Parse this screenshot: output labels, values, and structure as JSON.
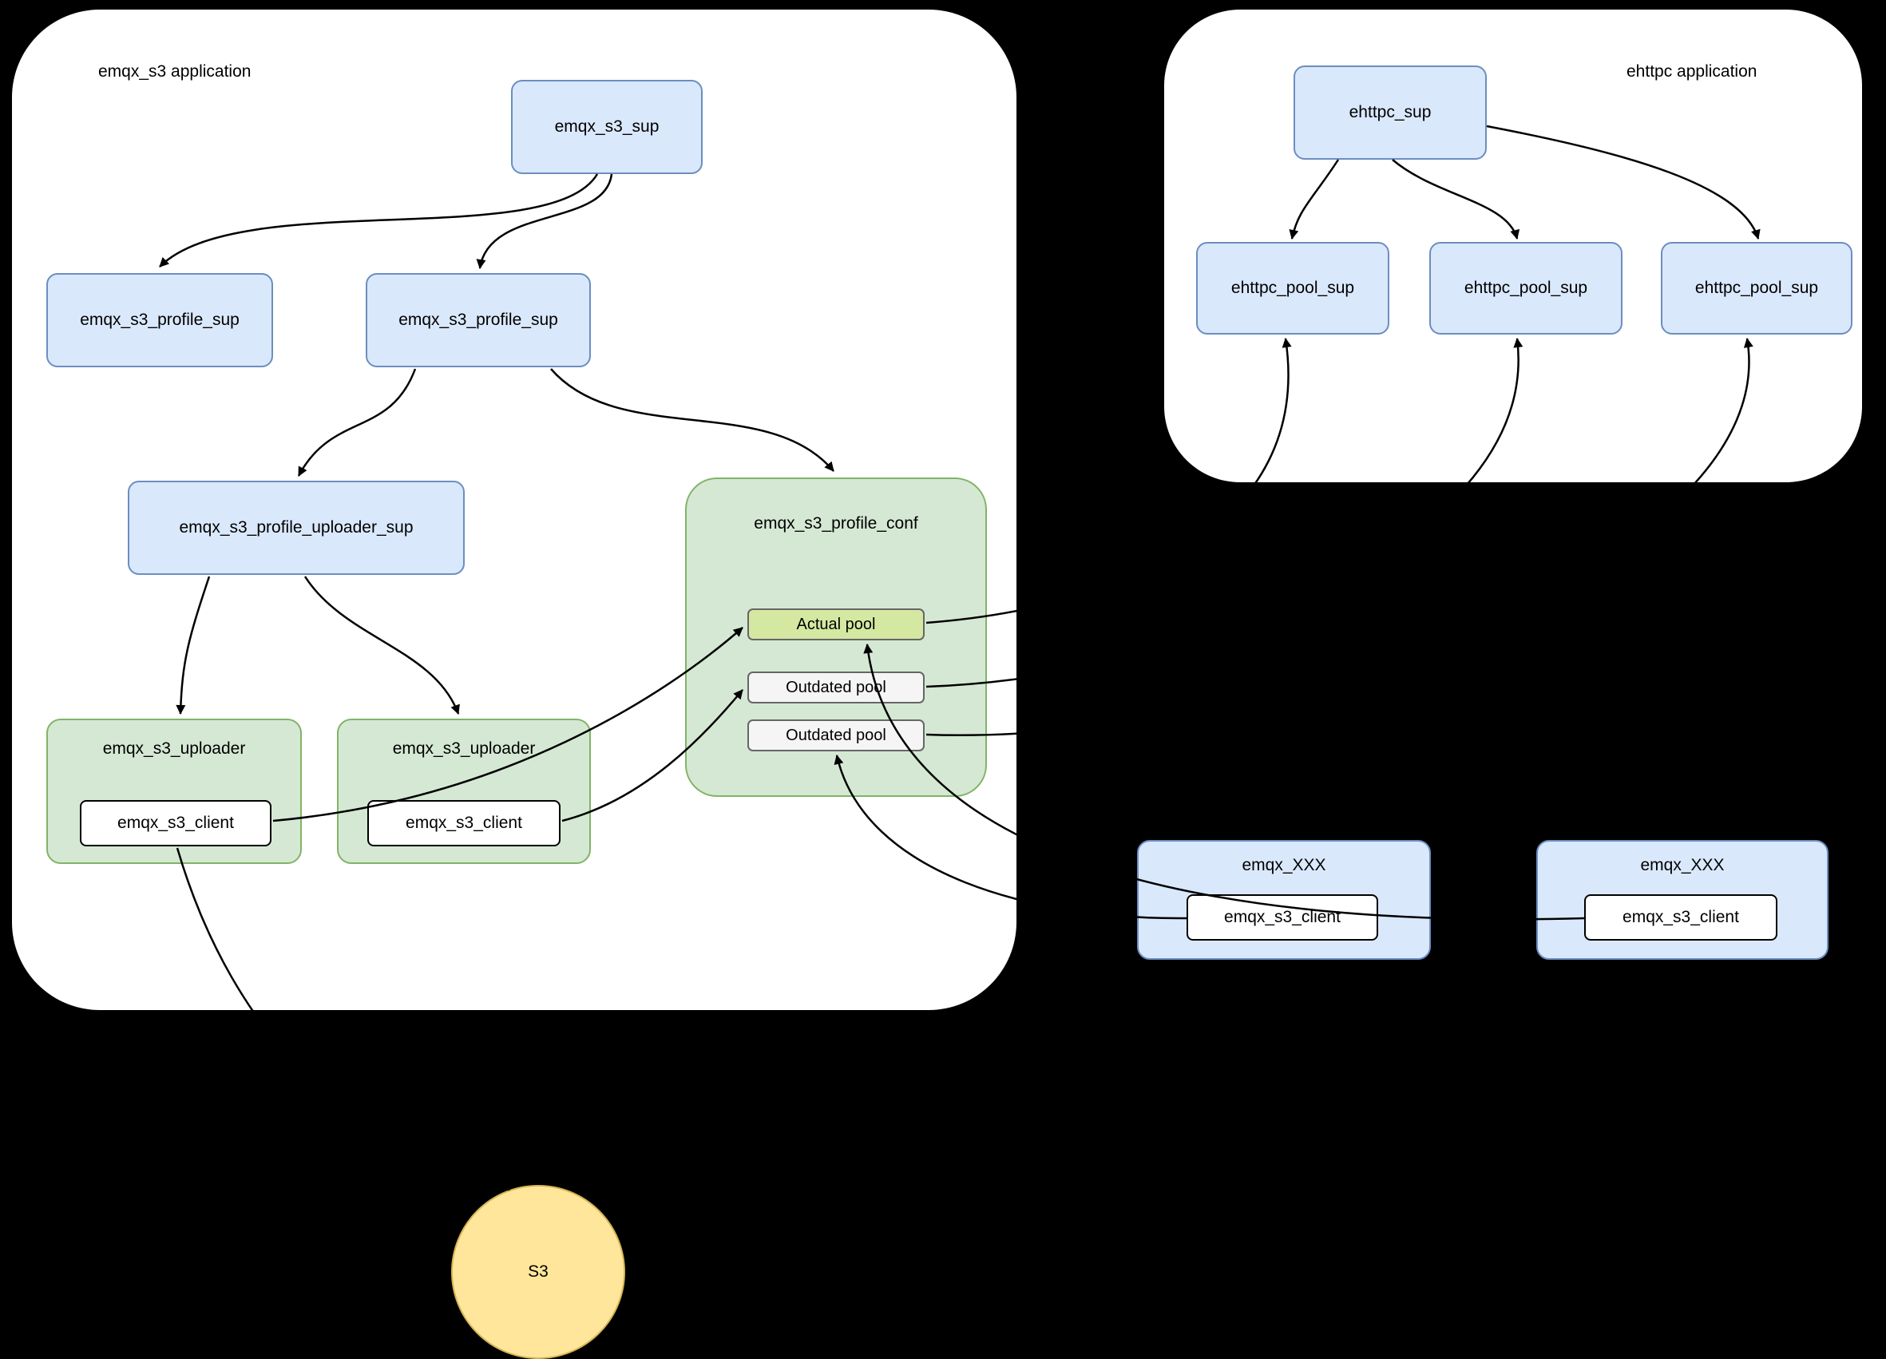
{
  "emqx_s3_app": {
    "title": "emqx_s3 application",
    "nodes": {
      "sup": "emqx_s3_sup",
      "profile_sup_left": "emqx_s3_profile_sup",
      "profile_sup_center": "emqx_s3_profile_sup",
      "profile_uploader_sup": "emqx_s3_profile_uploader_sup",
      "profile_conf_title": "emqx_s3_profile_conf",
      "actual_pool": "Actual pool",
      "outdated_pool_1": "Outdated pool",
      "outdated_pool_2": "Outdated pool",
      "uploader_left_title": "emqx_s3_uploader",
      "uploader_right_title": "emqx_s3_uploader",
      "client_left": "emqx_s3_client",
      "client_right": "emqx_s3_client"
    }
  },
  "ehttpc_app": {
    "title": "ehttpc application",
    "nodes": {
      "sup": "ehttpc_sup",
      "pool_sup_1": "ehttpc_pool_sup",
      "pool_sup_2": "ehttpc_pool_sup",
      "pool_sup_3": "ehttpc_pool_sup"
    }
  },
  "external": {
    "xxx_left": {
      "title": "emqx_XXX",
      "client": "emqx_s3_client"
    },
    "xxx_right": {
      "title": "emqx_XXX",
      "client": "emqx_s3_client"
    },
    "s3_label": "S3"
  },
  "colors": {
    "background": "#000000",
    "container_fill": "#ffffff",
    "node_blue_fill": "#dae8fc",
    "node_blue_border": "#6c8ebf",
    "group_green_fill": "#d5e8d4",
    "group_green_border": "#82b366",
    "actual_pool_fill": "#d5e8a2",
    "actual_pool_border": "#666666",
    "outdated_pool_fill": "#f5f5f5",
    "outdated_pool_border": "#666666",
    "client_fill": "#ffffff",
    "client_border": "#000000",
    "s3_fill": "#ffe69a",
    "s3_border": "#d6b656",
    "edge_color": "#000000"
  }
}
